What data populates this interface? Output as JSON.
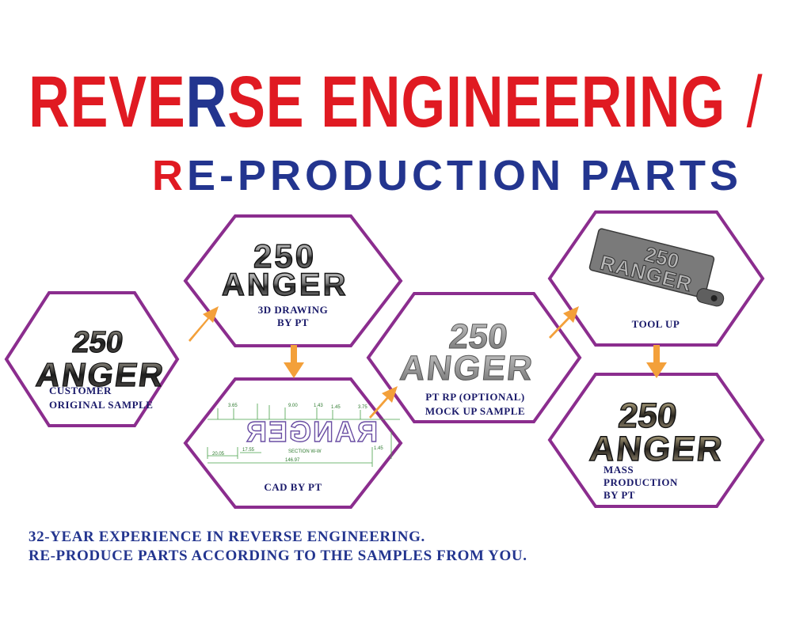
{
  "title": {
    "line1_part1": "REVE",
    "line1_part2": "R",
    "line1_part3": "SE ENGINEERING",
    "slash": "/",
    "line2_red": "R",
    "line2_blue": "E-PRODUCTION  PARTS"
  },
  "steps": [
    {
      "id": "customer-original-sample",
      "label_lines": [
        "CUSTOMER",
        "ORIGINAL SAMPLE"
      ],
      "emblem_top": "250",
      "emblem_bottom": "ANGER"
    },
    {
      "id": "3d-drawing",
      "label_lines": [
        "3D DRAWING",
        "BY PT"
      ],
      "emblem_top": "250",
      "emblem_bottom": "ANGER"
    },
    {
      "id": "cad",
      "label_lines": [
        "CAD BY PT"
      ],
      "emblem_text": "RANGER",
      "dimensions": [
        "20.05",
        "17.55",
        "146.97",
        "9.00",
        "1.45",
        "3.65",
        "3.75",
        "1.43",
        "1.45"
      ],
      "section_label": "SECTION  W-W"
    },
    {
      "id": "pt-rp-mock-up",
      "label_lines": [
        "PT RP (OPTIONAL)",
        "MOCK UP SAMPLE"
      ],
      "emblem_top": "250",
      "emblem_bottom": "ANGER"
    },
    {
      "id": "tool-up",
      "label_lines": [
        "TOOL UP"
      ],
      "emblem_top": "250",
      "emblem_bottom": "RANGER"
    },
    {
      "id": "mass-production",
      "label_lines": [
        "MASS",
        "PRODUCTION",
        "BY PT"
      ],
      "emblem_top": "250",
      "emblem_bottom": "ANGER"
    }
  ],
  "footer": {
    "line1": "32-YEAR EXPERIENCE IN REVERSE ENGINEERING.",
    "line2": "RE-PRODUCE PARTS ACCORDING TO THE SAMPLES FROM YOU."
  },
  "colors": {
    "title_red": "#e01a22",
    "title_blue": "#23358f",
    "hexagon_border": "#8b2d8e",
    "arrow": "#f3a03a",
    "label_text": "#1a1a6a"
  }
}
